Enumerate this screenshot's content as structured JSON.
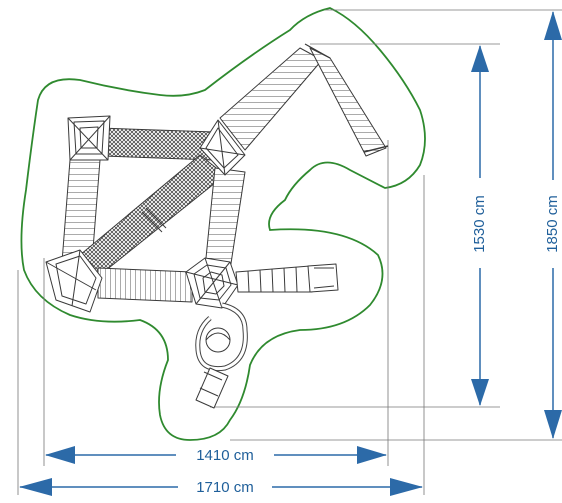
{
  "dimensions": {
    "width_1410": "1410 cm",
    "width_1710": "1710 cm",
    "height_1530": "1530 cm",
    "height_1850": "1850 cm"
  },
  "colors": {
    "dimension": "#2c6aa8",
    "dimension_line": "#6e6e6e",
    "safety_zone": "#2f8a2f",
    "structure": "#3a3a3a"
  }
}
